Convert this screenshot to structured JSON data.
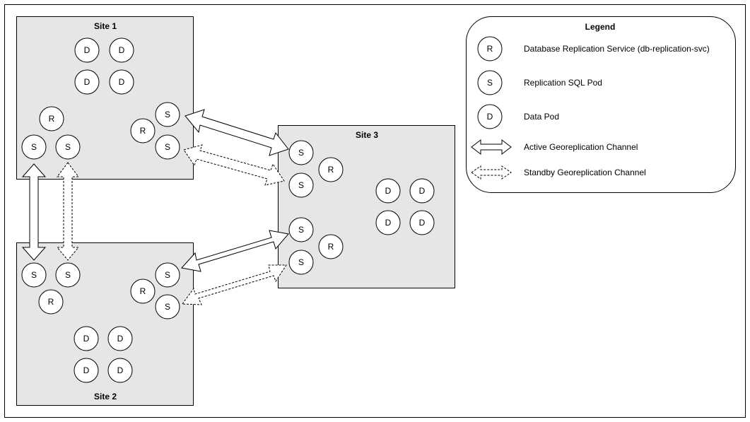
{
  "sites": [
    {
      "title": "Site 1",
      "nodes": [
        "D",
        "D",
        "D",
        "D",
        "R",
        "S",
        "S",
        "S",
        "R",
        "S"
      ]
    },
    {
      "title": "Site 2",
      "nodes": [
        "S",
        "S",
        "R",
        "S",
        "R",
        "S",
        "D",
        "D",
        "D",
        "D"
      ]
    },
    {
      "title": "Site 3",
      "nodes": [
        "S",
        "R",
        "S",
        "S",
        "R",
        "S",
        "D",
        "D",
        "D",
        "D"
      ]
    }
  ],
  "legend": {
    "title": "Legend",
    "items": [
      {
        "symbol": "R",
        "label": "Database Replication Service (db-replication-svc)"
      },
      {
        "symbol": "S",
        "label": "Replication SQL Pod"
      },
      {
        "symbol": "D",
        "label": "Data Pod"
      },
      {
        "symbol": "",
        "label": "Active Georeplication Channel"
      },
      {
        "symbol": "",
        "label": "Standby Georeplication Channel"
      }
    ]
  }
}
